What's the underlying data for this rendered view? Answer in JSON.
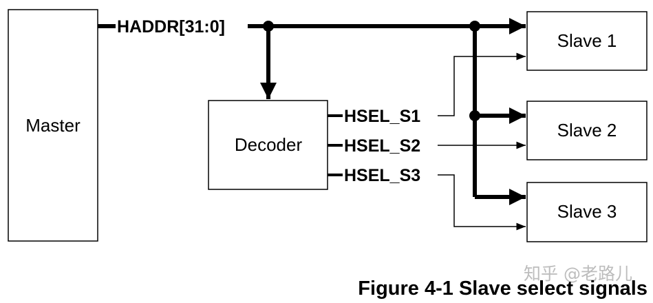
{
  "blocks": {
    "master": "Master",
    "decoder": "Decoder",
    "slave1": "Slave 1",
    "slave2": "Slave 2",
    "slave3": "Slave 3"
  },
  "signals": {
    "address_bus": "HADDR[31:0]",
    "hsel_s1": "HSEL_S1",
    "hsel_s2": "HSEL_S2",
    "hsel_s3": "HSEL_S3"
  },
  "caption": "Figure 4-1 Slave select signals",
  "watermark": "知乎 @老路儿"
}
